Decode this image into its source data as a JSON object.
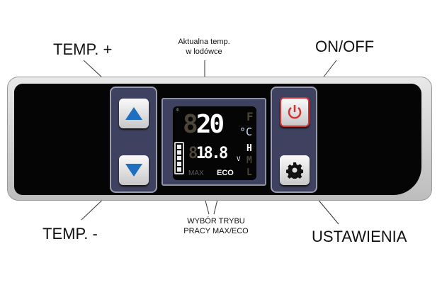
{
  "labels": {
    "temp_plus": "TEMP. +",
    "current_temp": [
      "Aktualna temp.",
      "w lodówce"
    ],
    "on_off": "ON/OFF",
    "temp_minus": "TEMP. -",
    "mode": [
      "WYBÓR TRYBU",
      "PRACY MAX/ECO"
    ],
    "settings": "USTAWIENIA"
  },
  "display": {
    "temperature": "20",
    "temp_unit_c": "°C",
    "temp_unit_f": "F",
    "voltage": "18.8",
    "voltage_unit": "V",
    "mode_max": "MAX",
    "mode_eco": "ECO",
    "levels": [
      "H",
      "M",
      "L"
    ],
    "battery_bars": 5
  },
  "colors": {
    "arrow": "#1f6fc0",
    "power": "#d83030",
    "lcd_dim": "#4d4638"
  }
}
